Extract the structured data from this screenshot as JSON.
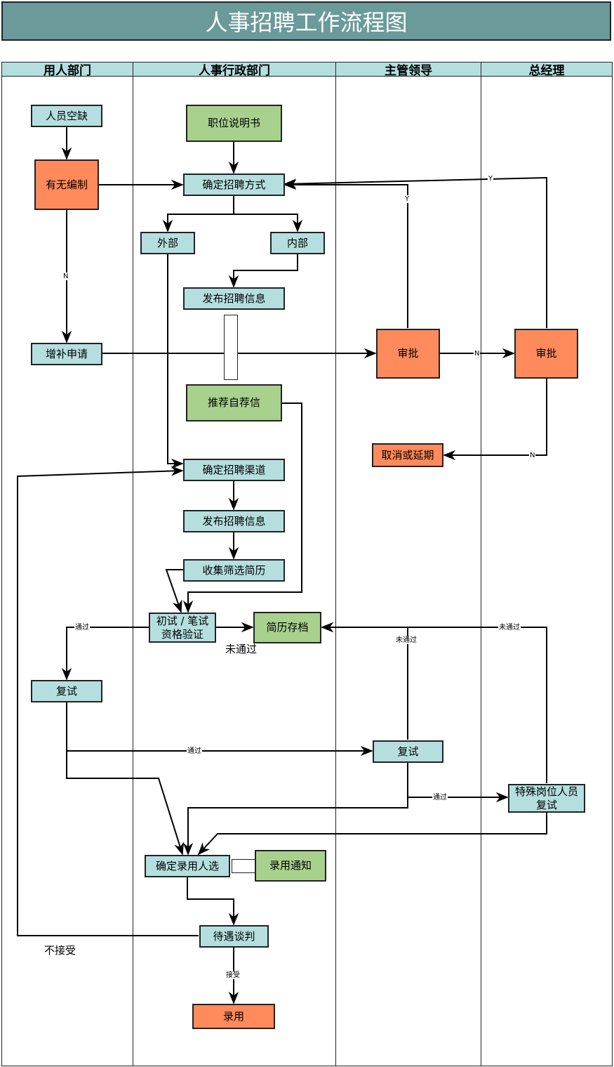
{
  "title": "人事招聘工作流程图",
  "lanes": [
    "用人部门",
    "人事行政部门",
    "主管领导",
    "总经理"
  ],
  "nodes": {
    "vacancy": "人员空缺",
    "quota": "有无编制",
    "supplement": "增补申请",
    "job_desc": "职位说明书",
    "method": "确定招聘方式",
    "external": "外部",
    "internal": "内部",
    "publish1": "发布招聘信息",
    "recommend": "推荐自荐信",
    "channel": "确定招聘渠道",
    "publish2": "发布招聘信息",
    "collect": "收集筛选简历",
    "initial_l1": "初试 / 笔试",
    "initial_l2": "资格验证",
    "archive": "简历存档",
    "retest1": "复试",
    "approve1": "审批",
    "approve2": "审批",
    "cancel": "取消或延期",
    "retest2": "复试",
    "special_l1": "特殊岗位人员",
    "special_l2": "复试",
    "hire_confirm": "确定录用人选",
    "notice": "录用通知",
    "negotiate": "待遇谈判",
    "hire": "录用"
  },
  "labels": {
    "no": "N",
    "yes": "Y",
    "pass": "通过",
    "fail": "未通过",
    "accept": "接受",
    "reject": "不接受"
  }
}
